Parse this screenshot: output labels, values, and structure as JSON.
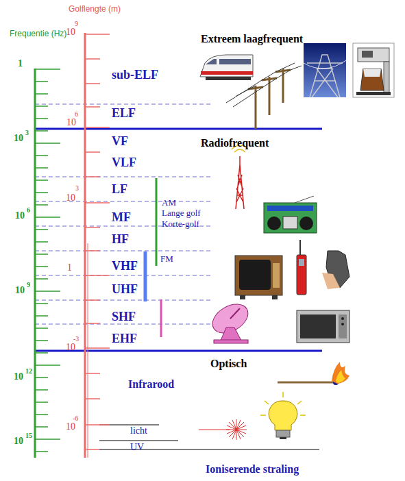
{
  "diagram": {
    "labels": [
      "Golflengte (m)",
      "Frequentie (Hz)",
      "9",
      "10",
      "1",
      "Extreem laagfrequent",
      "sub-ELF",
      "6",
      "10",
      "ELF",
      "10",
      "3",
      "Radiofrequent",
      "VF",
      "VLF",
      "3",
      "10",
      "LF",
      "AM",
      "Lange golf",
      "10",
      "6",
      "MF",
      "Korte-golf",
      "HF",
      "FM",
      "1",
      "VHF",
      "10",
      "9",
      "UHF",
      "SHF",
      "-3",
      "10",
      "EHF",
      "Optisch",
      "10",
      "12",
      "Infrarood",
      "-6",
      "10",
      "licht",
      "10",
      "15",
      "UV",
      "Ioniserende straling"
    ]
  }
}
